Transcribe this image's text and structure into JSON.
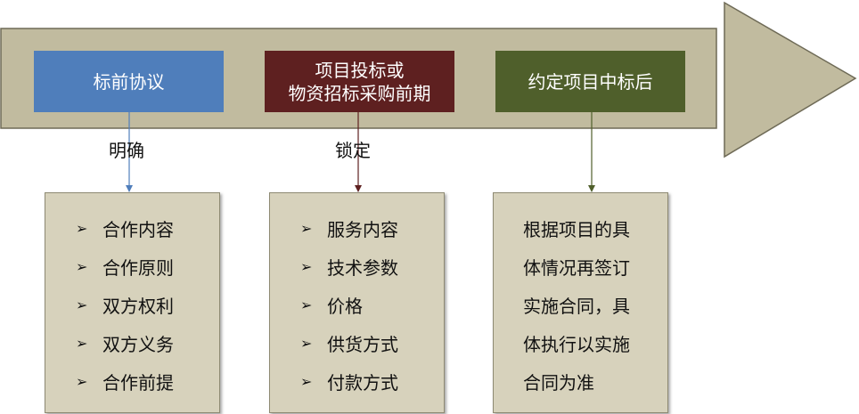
{
  "colors": {
    "band": "#c1bb9f",
    "band_border": "#6e6a56",
    "detail_bg": "#d7d2bc"
  },
  "stages": [
    {
      "label": "标前协议",
      "color": "#4f7ebb",
      "line": "#4f7ebb"
    },
    {
      "label": "项目投标或\n物资招标采购前期",
      "color": "#5e2020",
      "line": "#5e2020"
    },
    {
      "label": "约定项目中标后",
      "color": "#4f5f2b",
      "line": "#4f5f2b"
    }
  ],
  "connectors": [
    "明确",
    "锁定"
  ],
  "bullet_symbol": "➢",
  "details": {
    "box1": [
      "合作内容",
      "合作原则",
      "双方权利",
      "双方义务",
      "合作前提"
    ],
    "box2": [
      "服务内容",
      "技术参数",
      "价格",
      "供货方式",
      "付款方式"
    ],
    "box3": [
      "根据项目的具",
      "体情况再签订",
      "实施合同，具",
      "体执行以实施",
      "合同为准"
    ]
  }
}
